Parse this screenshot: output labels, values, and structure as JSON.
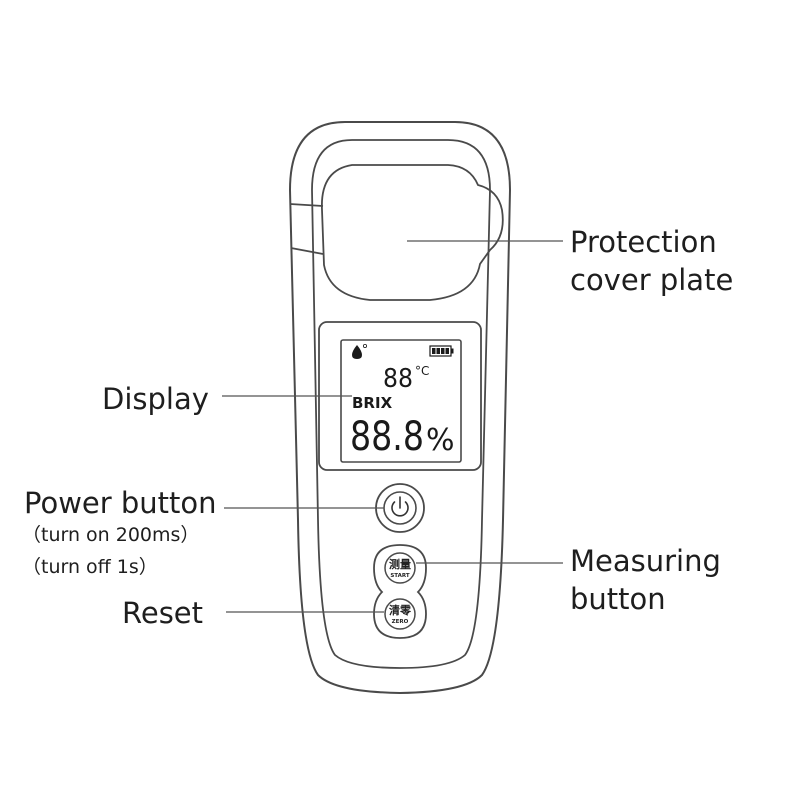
{
  "labels": {
    "protection_line1": "Protection",
    "protection_line2": "cover plate",
    "display": "Display",
    "power_button": "Power button",
    "power_on_note": "（turn on 200ms）",
    "power_off_note": "（turn off 1s）",
    "reset": "Reset",
    "measuring_line1": "Measuring",
    "measuring_line2": "button"
  },
  "lcd": {
    "temperature": "88",
    "temperature_unit": "°C",
    "mode": "BRIX",
    "reading": "88.8",
    "reading_unit": "%"
  },
  "buttons": {
    "measure_cjk": "测量",
    "measure_en": "START",
    "zero_cjk": "清零",
    "zero_en": "ZERO"
  },
  "colors": {
    "outline": "#4a4a4a",
    "leader_line": "#555555",
    "text": "#1e1e1e"
  }
}
